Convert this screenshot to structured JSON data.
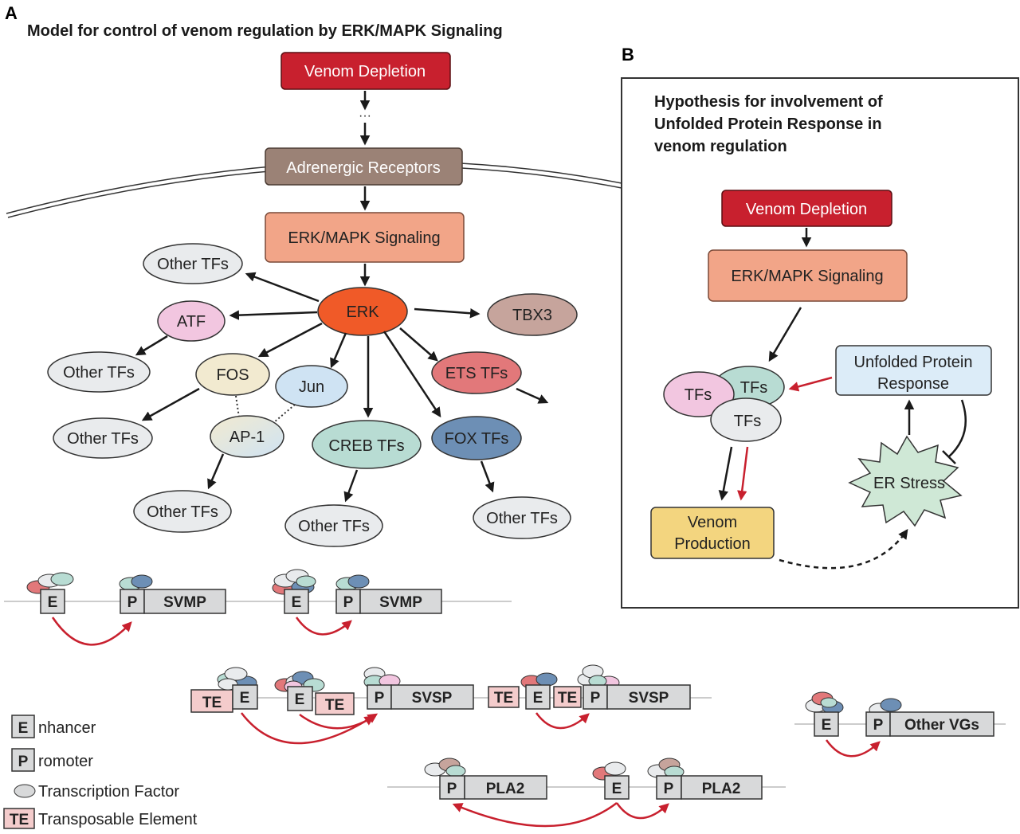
{
  "panel_a": {
    "label": "A",
    "title": "Model for control of venom regulation by ERK/MAPK Signaling",
    "venom_depletion": "Venom Depletion",
    "dots": "···",
    "adrenergic": "Adrenergic Receptors",
    "erk_mapk": "ERK/MAPK Signaling",
    "erk": "ERK",
    "nodes": {
      "other_tfs": "Other TFs",
      "atf": "ATF",
      "tbx3": "TBX3",
      "fos": "FOS",
      "jun": "Jun",
      "ets": "ETS TFs",
      "ap1": "AP-1",
      "creb": "CREB TFs",
      "fox": "FOX TFs"
    }
  },
  "panel_b": {
    "label": "B",
    "title_lines": [
      "Hypothesis for involvement of",
      "Unfolded Protein Response in",
      "venom regulation"
    ],
    "venom_depletion": "Venom Depletion",
    "erk_mapk": "ERK/MAPK Signaling",
    "tfs": "TFs",
    "upr_lines": [
      "Unfolded Protein",
      "Response"
    ],
    "er_stress": "ER Stress",
    "venom_prod_lines": [
      "Venom",
      "Production"
    ]
  },
  "genes": {
    "enhancer": "E",
    "promoter": "P",
    "te": "TE",
    "svmp": "SVMP",
    "svsp": "SVSP",
    "pla2": "PLA2",
    "other_vgs": "Other VGs"
  },
  "legend": {
    "enhancer": "nhancer",
    "promoter": "romoter",
    "tf": "Transcription Factor",
    "te": "Transposable Element"
  },
  "colors": {
    "venom_red": "#c8202e",
    "receptor_brown": "#9b8276",
    "erk_mapk_salmon": "#f2a588",
    "erk_orange": "#f05a28",
    "atf_pink": "#f2c6e0",
    "tbx3_brown": "#c6a49c",
    "fos_cream": "#f2ead0",
    "jun_blue": "#cfe3f3",
    "ets_red": "#e2787a",
    "creb_teal": "#b8dcd3",
    "fox_blue": "#6d8fb5",
    "other_gray": "#e9ebed",
    "upr_blue": "#dcecf8",
    "er_green": "#cfe8d6",
    "venom_yellow": "#f3d57f",
    "arrow_red": "#c8202e",
    "gene_gray": "#d8d9da",
    "te_pink": "#f4cccc"
  }
}
